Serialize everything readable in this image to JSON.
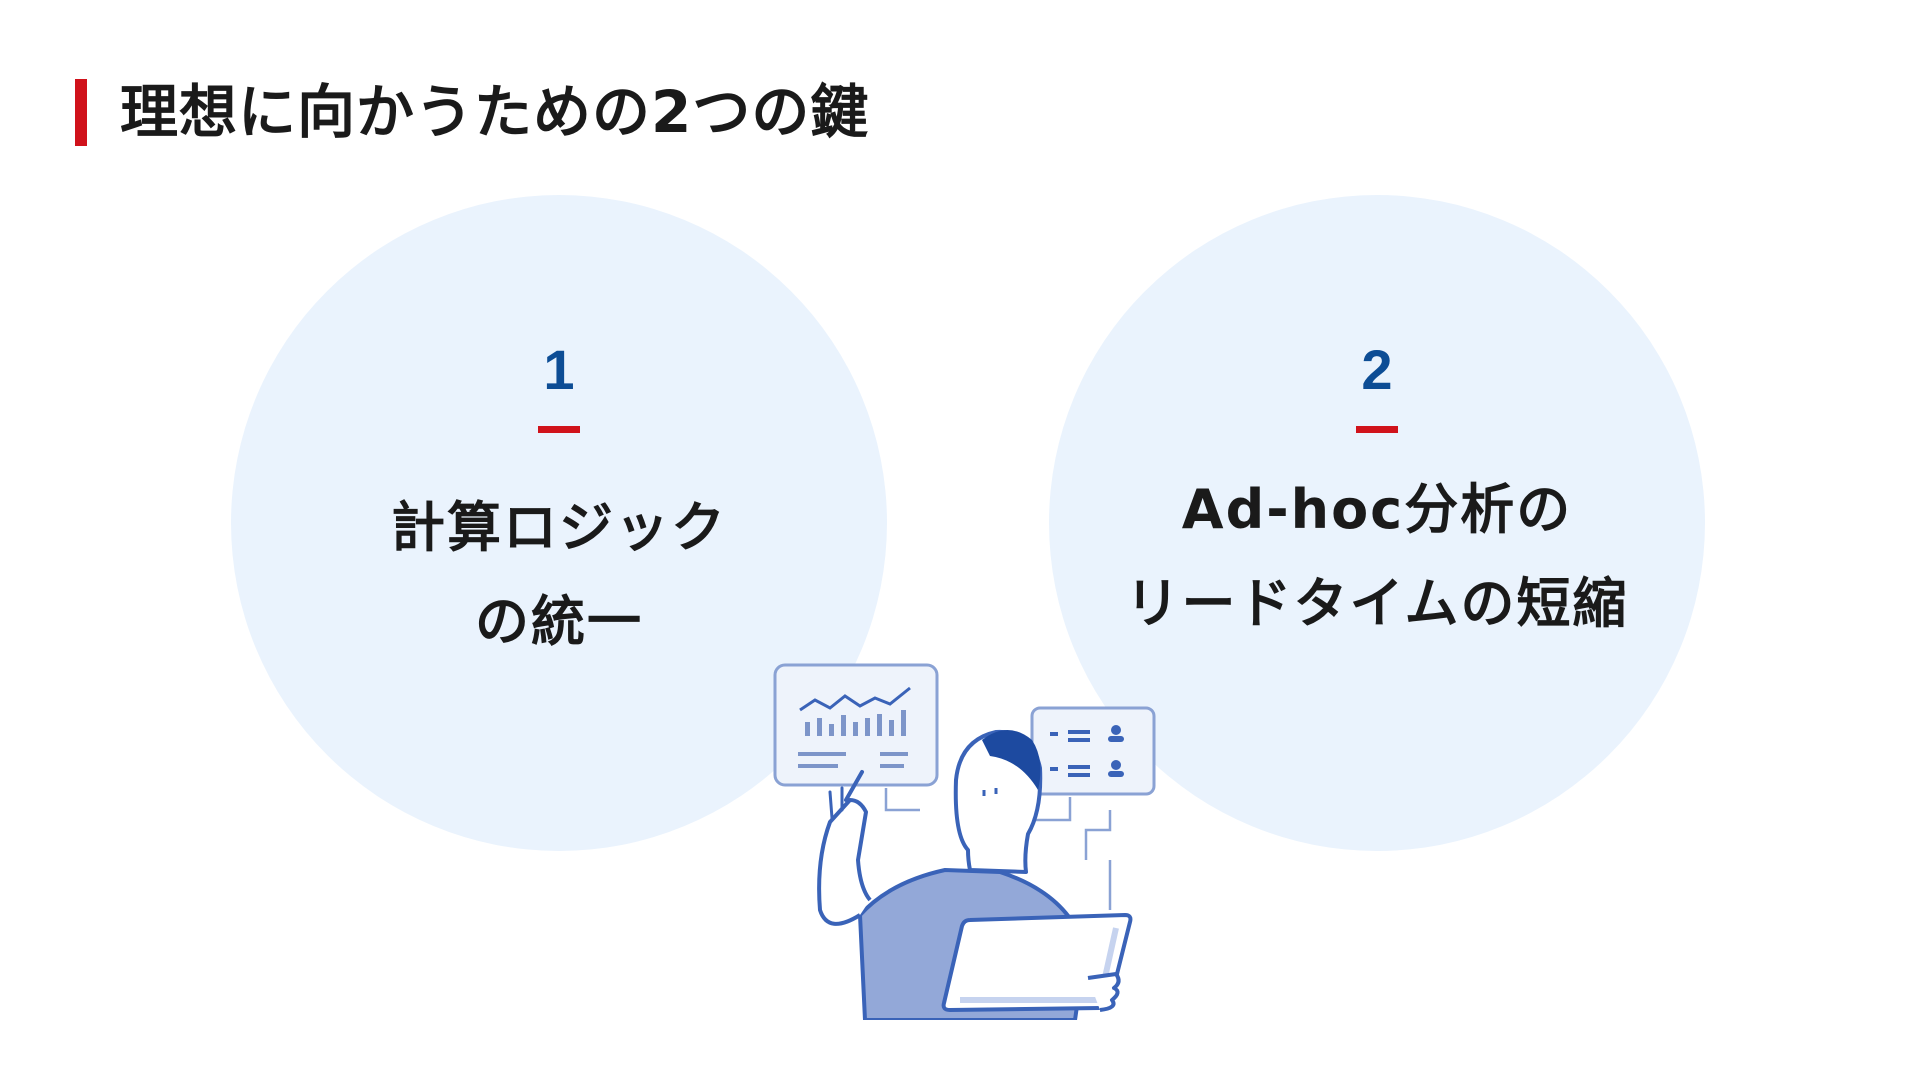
{
  "slide": {
    "title": "理想に向かうための2つの鍵"
  },
  "keys": [
    {
      "number": "1",
      "lines": [
        "計算ロジック",
        "の統一"
      ]
    },
    {
      "number": "2",
      "lines": [
        "Ad-hoc分析の",
        "リードタイムの短縮"
      ]
    }
  ],
  "colors": {
    "accent_red": "#d0121b",
    "number_blue": "#0d4d95",
    "circle_fill": "#eaf3fd",
    "illustration_blue": "#3a63b8",
    "illustration_fill": "#93a8d8"
  },
  "illustration": {
    "subject": "person-with-tablet-and-dashboards-icon"
  }
}
